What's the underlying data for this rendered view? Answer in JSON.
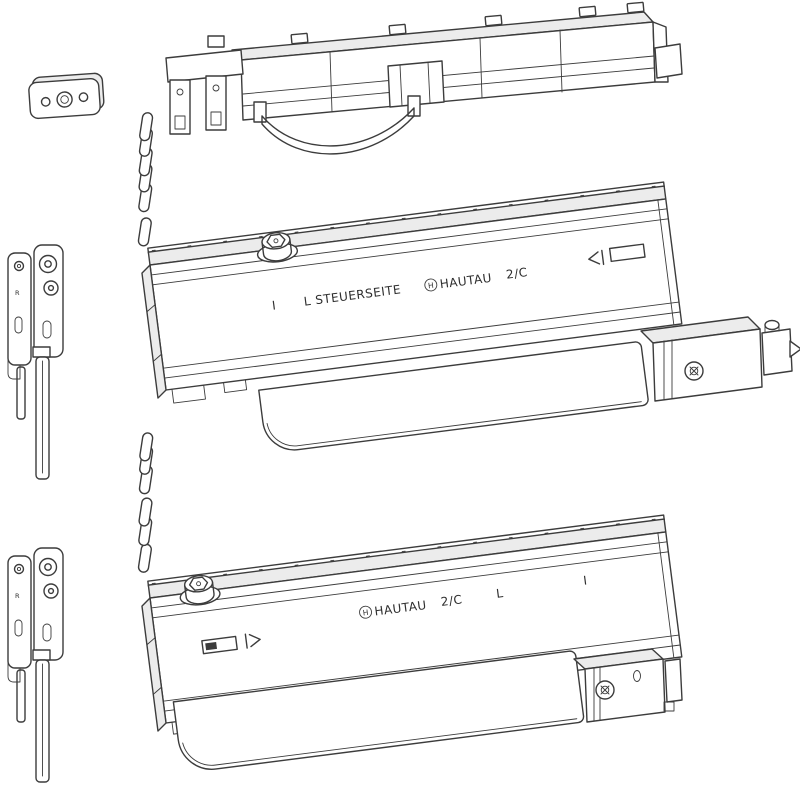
{
  "colors": {
    "line": "#3c3c3c",
    "surface": "#ffffff",
    "shading": "#ececec"
  },
  "rail_top": {
    "tick": "I",
    "control_side_label": "L STEUERSEITE",
    "brand_mark": "H",
    "brand": "HAUTAU",
    "model": "2/C"
  },
  "rail_bottom": {
    "brand_mark": "H",
    "brand": "HAUTAU",
    "model": "2/C",
    "side_label": "L",
    "tick": "I"
  },
  "bracket_marking": "R"
}
